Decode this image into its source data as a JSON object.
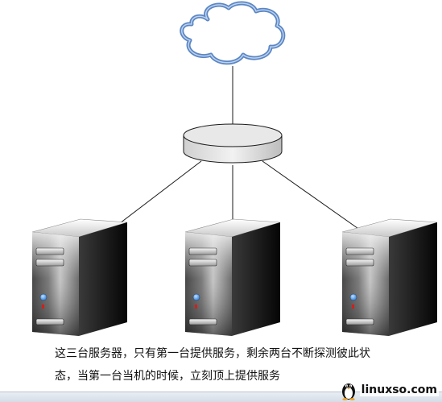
{
  "caption": {
    "line1": "这三台服务器，只有第一台提供服务，剩余两台不断探测彼此状",
    "line2": "态，当第一台当机的时候，立刻顶上提供服务"
  },
  "watermark": {
    "text": "linuxso.com"
  },
  "colors": {
    "cloud_stroke": "#5b86c4",
    "cloud_fill": "#ffffff",
    "switch_fill": "#e4e4e4",
    "line": "#1a1a1a",
    "server_dark": "#1b1b1b",
    "server_light": "#f2f2f2",
    "led_blue": "#3a8ee6",
    "led_red": "#d02020"
  },
  "nodes": {
    "cloud": "cloud-icon",
    "switch": "network-switch-icon",
    "servers": [
      "server-1-icon",
      "server-2-icon",
      "server-3-icon"
    ]
  }
}
